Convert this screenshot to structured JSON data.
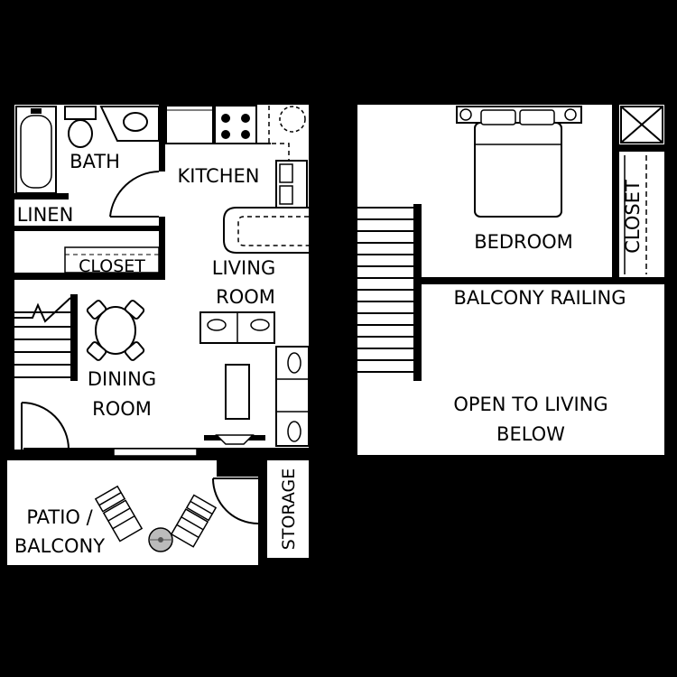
{
  "background": "#000000",
  "floor_color": "#ffffff",
  "wall_color": "#000000",
  "rooms": {
    "bath": "BATH",
    "kitchen": "KITCHEN",
    "linen": "LINEN",
    "closet_lower": "CLOSET",
    "living_line1": "LIVING",
    "living_line2": "ROOM",
    "dining_line1": "DINING",
    "dining_line2": "ROOM",
    "patio_line1": "PATIO /",
    "patio_line2": "BALCONY",
    "storage": "STORAGE",
    "bedroom": "BEDROOM",
    "closet_upper": "CLOSET",
    "balcony_railing": "BALCONY RAILING",
    "open_line1": "OPEN TO LIVING",
    "open_line2": "BELOW"
  }
}
